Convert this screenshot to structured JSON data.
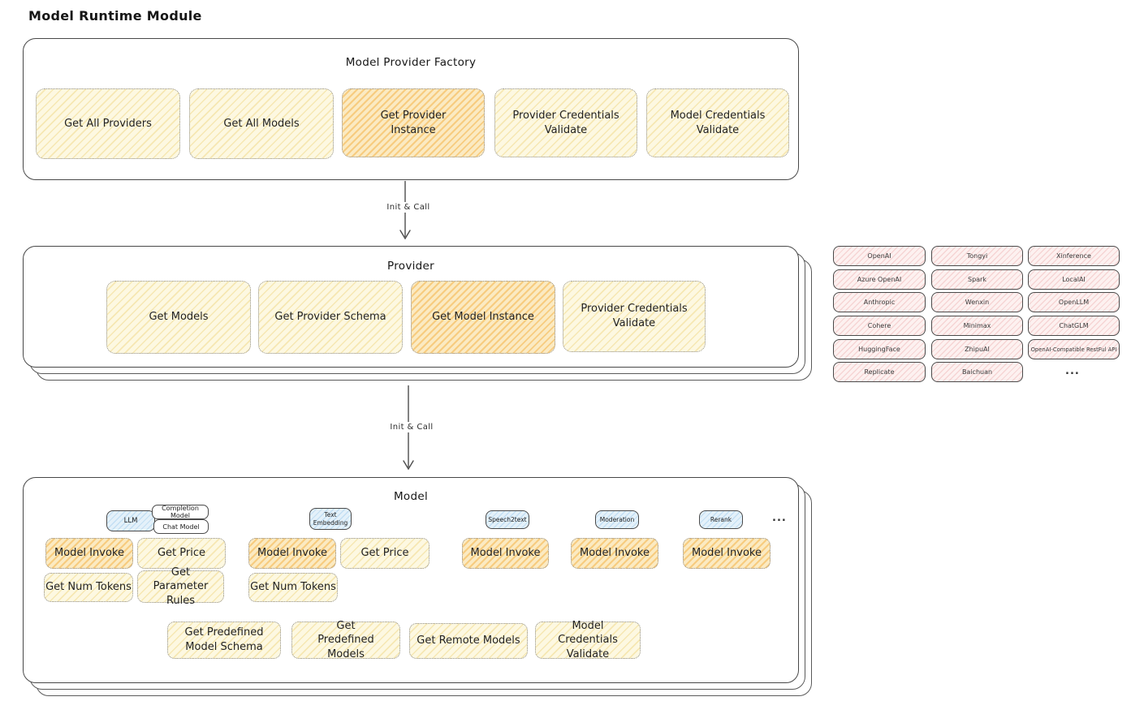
{
  "title": "Model Runtime Module",
  "colors": {
    "stroke": "#484848",
    "node_yellow": "#fdf8e1",
    "node_highlight_orange": "#fbeac2",
    "provider_chip_pink": "#fdf1f0",
    "tab_blue": "#e4f1fa"
  },
  "factory": {
    "title": "Model Provider Factory",
    "buttons": [
      {
        "label": "Get All Providers",
        "highlight": false
      },
      {
        "label": "Get All Models",
        "highlight": false
      },
      {
        "label": "Get Provider Instance",
        "highlight": true
      },
      {
        "label": "Provider Credentials Validate",
        "highlight": false
      },
      {
        "label": "Model Credentials Validate",
        "highlight": false
      }
    ]
  },
  "arrows": [
    {
      "label": "Init & Call"
    },
    {
      "label": "Init & Call"
    }
  ],
  "provider": {
    "title": "Provider",
    "buttons": [
      {
        "label": "Get Models",
        "highlight": false
      },
      {
        "label": "Get Provider Schema",
        "highlight": false
      },
      {
        "label": "Get Model Instance",
        "highlight": true
      },
      {
        "label": "Provider Credentials Validate",
        "highlight": false
      }
    ]
  },
  "providers_grid": {
    "col1": [
      "OpenAI",
      "Azure OpenAI",
      "Anthropic",
      "Cohere",
      "HuggingFace",
      "Replicate"
    ],
    "col2": [
      "Tongyi",
      "Spark",
      "Wenxin",
      "Minimax",
      "ZhipuAI",
      "Baichuan"
    ],
    "col3": [
      "Xinference",
      "LocalAI",
      "OpenLLM",
      "ChatGLM",
      "OpenAI-Compatible RestFul API"
    ],
    "more": "..."
  },
  "model": {
    "title": "Model",
    "groups": [
      {
        "tab": "LLM",
        "subtabs": [
          "Completion Model",
          "Chat Model"
        ],
        "buttons": [
          {
            "label": "Model Invoke",
            "highlight": true
          },
          {
            "label": "Get Price",
            "highlight": false
          },
          {
            "label": "Get Num Tokens",
            "highlight": false
          },
          {
            "label": "Get Parameter Rules",
            "highlight": false
          }
        ]
      },
      {
        "tab": "Text Embedding",
        "buttons": [
          {
            "label": "Model Invoke",
            "highlight": true
          },
          {
            "label": "Get Price",
            "highlight": false
          },
          {
            "label": "Get Num Tokens",
            "highlight": false
          }
        ]
      },
      {
        "tab": "Speech2text",
        "buttons": [
          {
            "label": "Model Invoke",
            "highlight": true
          }
        ]
      },
      {
        "tab": "Moderation",
        "buttons": [
          {
            "label": "Model Invoke",
            "highlight": true
          }
        ]
      },
      {
        "tab": "Rerank",
        "buttons": [
          {
            "label": "Model Invoke",
            "highlight": true
          }
        ]
      }
    ],
    "more": "...",
    "bottom_buttons": [
      {
        "label": "Get Predefined Model Schema",
        "highlight": false
      },
      {
        "label": "Get Predefined Models",
        "highlight": false
      },
      {
        "label": "Get Remote Models",
        "highlight": false
      },
      {
        "label": "Model Credentials Validate",
        "highlight": false
      }
    ]
  }
}
